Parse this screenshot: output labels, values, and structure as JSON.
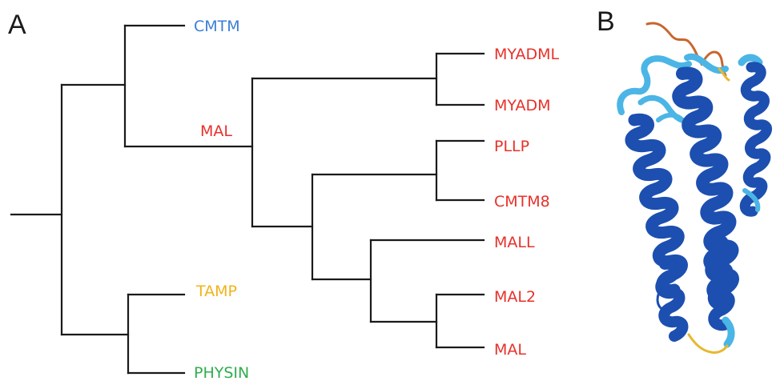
{
  "panels": {
    "a_label": "A",
    "b_label": "B"
  },
  "colors": {
    "cmtm": "#3a7fd5",
    "mal": "#e8312a",
    "tamp": "#f2b21b",
    "physin": "#2fae4e",
    "branch": "#1a1a1a",
    "helix_dark": "#1c4fb0",
    "helix_light": "#4bb5e6",
    "coil_yellow": "#e8b830",
    "coil_orange": "#c8662e"
  },
  "tree": {
    "labels": {
      "cmtm": "CMTM",
      "mal_clade": "MAL",
      "myadml": "MYADML",
      "myadm": "MYADM",
      "pllp": "PLLP",
      "cmtm8": "CMTM8",
      "mall": "MALL",
      "mal2": "MAL2",
      "mal": "MAL",
      "tamp": "TAMP",
      "physin": "PHYSIN"
    }
  },
  "structure": {
    "icon": "protein-ribbon-icon"
  }
}
